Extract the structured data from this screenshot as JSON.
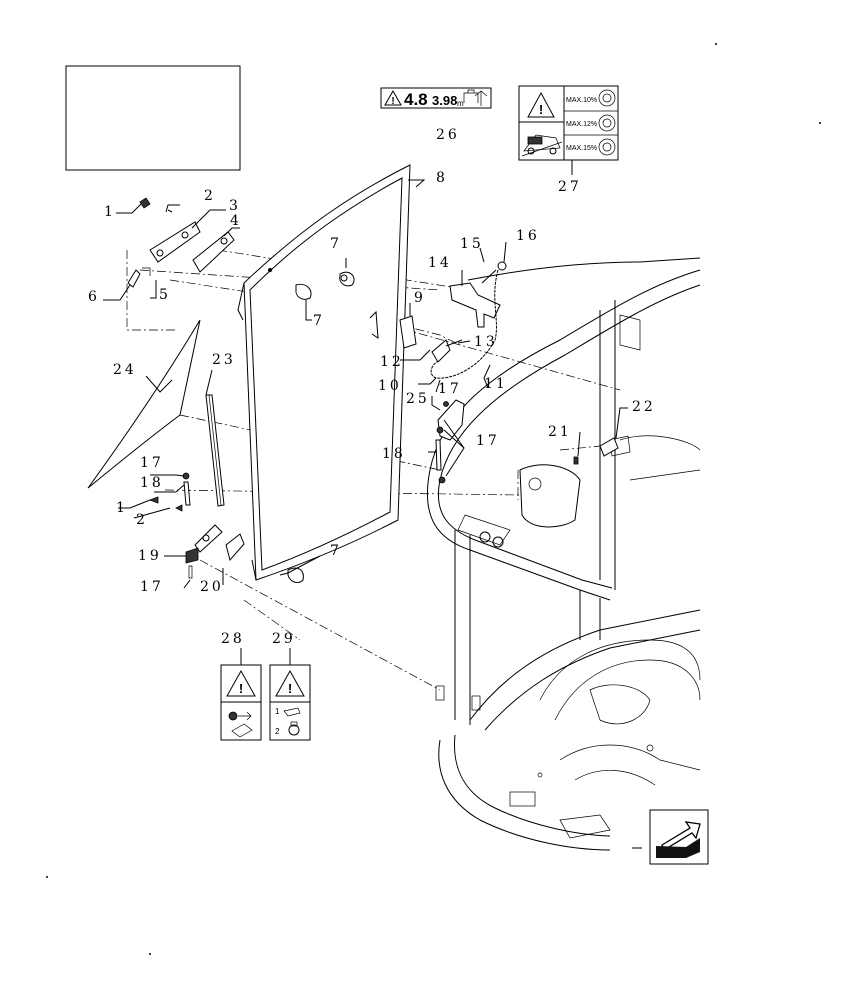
{
  "callouts": {
    "c1a": "1",
    "c1b": "1",
    "c2a": "2",
    "c2b": "2",
    "c3": "3",
    "c4": "4",
    "c5": "5",
    "c6": "6",
    "c7a": "7",
    "c7b": "7",
    "c7c": "7",
    "c8": "8",
    "c9": "9",
    "c10": "10",
    "c11": "11",
    "c12": "12",
    "c13": "13",
    "c14": "14",
    "c15": "15",
    "c16": "16",
    "c17a": "17",
    "c17b": "17",
    "c17c": "17",
    "c17d": "17",
    "c18a": "18",
    "c18b": "18",
    "c19": "19",
    "c20": "20",
    "c21": "21",
    "c22": "22",
    "c23": "23",
    "c24": "24",
    "c25": "25",
    "c26": "26",
    "c27": "27",
    "c28": "28",
    "c29": "29"
  },
  "decal_26": {
    "text_a": "4.8",
    "text_b": "3.98",
    "unit": "m"
  },
  "decal_27": {
    "row1": "MAX.10%",
    "row2": "MAX.12%",
    "row3": "MAX.15%"
  },
  "decal_29": {
    "n1": "1",
    "n2": "2"
  },
  "icons": [
    "warning-triangle-icon",
    "direction-arrow-icon"
  ]
}
